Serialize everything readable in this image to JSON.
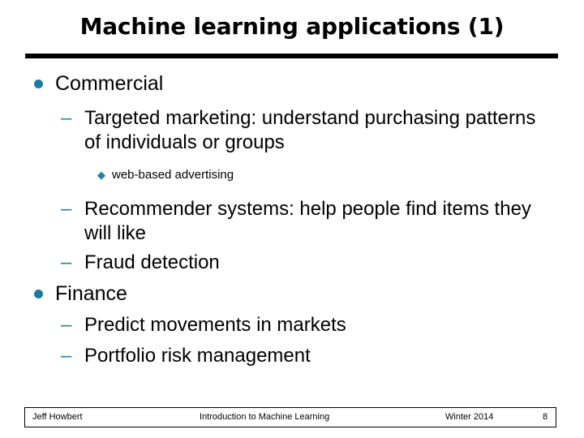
{
  "slide": {
    "title": "Machine learning applications (1)",
    "accent_color": "#1b7a9e",
    "text_color": "#000000",
    "background_color": "#ffffff",
    "bullets": [
      {
        "level": 1,
        "marker": "round-bullet",
        "text": "Commercial"
      },
      {
        "level": 2,
        "marker": "en-dash",
        "text": "Targeted marketing: understand purchasing patterns of individuals or groups"
      },
      {
        "level": 3,
        "marker": "diamond-bullet",
        "text": "web-based advertising"
      },
      {
        "level": 2,
        "marker": "en-dash",
        "text": "Recommender systems: help people find items they will like"
      },
      {
        "level": 2,
        "marker": "en-dash",
        "text": "Fraud detection"
      },
      {
        "level": 1,
        "marker": "round-bullet",
        "text": "Finance"
      },
      {
        "level": 2,
        "marker": "en-dash",
        "text": "Predict movements in markets"
      },
      {
        "level": 2,
        "marker": "en-dash",
        "text": "Portfolio risk management"
      }
    ],
    "markers": {
      "round": "●",
      "dash": "–",
      "diamond": "◆"
    }
  },
  "footer": {
    "author": "Jeff Howbert",
    "course": "Introduction to Machine Learning",
    "term": "Winter 2014",
    "page_number": "8"
  }
}
